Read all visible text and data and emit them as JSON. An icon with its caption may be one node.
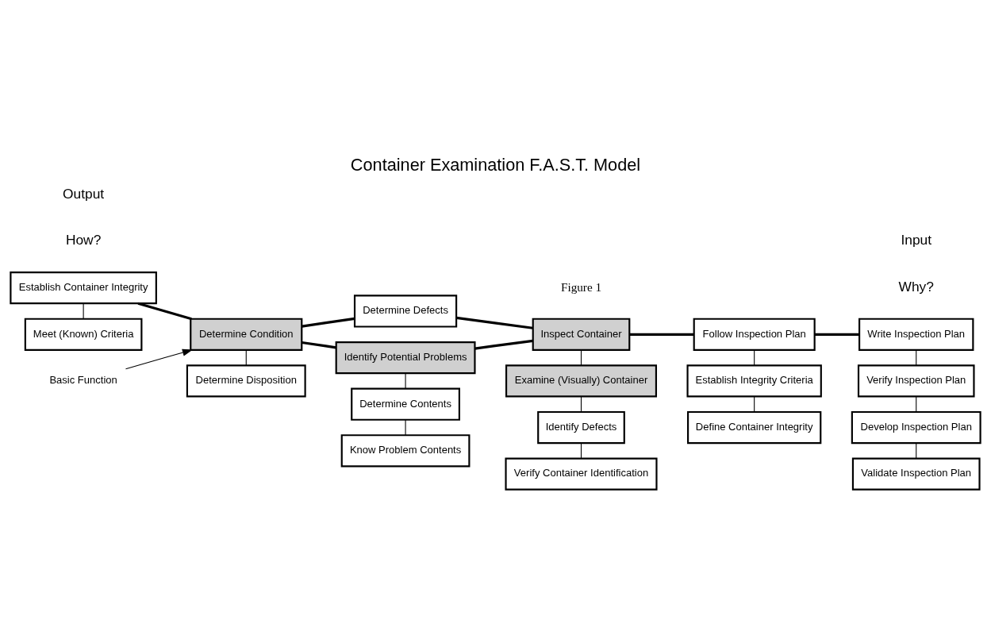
{
  "diagram": {
    "title": "Container Examination F.A.S.T. Model",
    "caption": "Figure 1",
    "nodes": [
      {
        "text": [
          "Establish Container Integrity"
        ]
      },
      {
        "text": [
          "Meet (Known) Criteria"
        ]
      },
      {
        "text": [
          "Basic Function"
        ]
      },
      {
        "text": [
          "Determine Condition"
        ]
      },
      {
        "text": [
          "Determine Disposition"
        ]
      },
      {
        "text": [
          "Determine Defects"
        ]
      },
      {
        "text": [
          "Identify Potential Problems"
        ]
      },
      {
        "text": [
          "Determine Contents"
        ]
      },
      {
        "text": [
          "Know Problem Contents"
        ]
      },
      {
        "text": [
          "Inspect Container"
        ]
      },
      {
        "text": [
          "Examine (Visually) Container"
        ]
      },
      {
        "text": [
          "Identify Defects"
        ]
      },
      {
        "text": [
          "Verify Container Identification"
        ]
      },
      {
        "text": [
          "Follow Inspection Plan"
        ]
      },
      {
        "text": [
          "Establish Integrity Criteria"
        ]
      },
      {
        "text": [
          "Define Container Integrity"
        ]
      },
      {
        "text": [
          "Write Inspection Plan"
        ]
      },
      {
        "text": [
          "Verify Inspection Plan"
        ]
      },
      {
        "text": [
          "Develop Inspection Plan"
        ]
      },
      {
        "text": [
          "Validate Inspection Plan"
        ]
      }
    ],
    "edges": [
      {
        "from": 0,
        "to": 3,
        "arrow": "none",
        "style": "thick"
      },
      {
        "from": 0,
        "to": 1,
        "arrow": "none"
      },
      {
        "from": 2,
        "to": 3,
        "arrow": "to"
      },
      {
        "from": 3,
        "to": 4,
        "arrow": "none"
      },
      {
        "from": 3,
        "to": 5,
        "arrow": "none",
        "style": "thick"
      },
      {
        "from": 3,
        "to": 6,
        "arrow": "none",
        "style": "thick"
      },
      {
        "from": 5,
        "to": 9,
        "arrow": "none",
        "style": "thick"
      },
      {
        "from": 6,
        "to": 9,
        "arrow": "none",
        "style": "thick"
      },
      {
        "from": 6,
        "to": 7,
        "arrow": "none"
      },
      {
        "from": 7,
        "to": 8,
        "arrow": "none"
      },
      {
        "from": 9,
        "to": 10,
        "arrow": "none"
      },
      {
        "from": 10,
        "to": 11,
        "arrow": "none"
      },
      {
        "from": 11,
        "to": 12,
        "arrow": "none"
      },
      {
        "from": 9,
        "to": 13,
        "arrow": "none",
        "style": "thick"
      },
      {
        "from": 13,
        "to": 14,
        "arrow": "none"
      },
      {
        "from": 14,
        "to": 15,
        "arrow": "none"
      },
      {
        "from": 13,
        "to": 16,
        "arrow": "none",
        "style": "thick"
      },
      {
        "from": 16,
        "to": 17,
        "arrow": "none"
      },
      {
        "from": 17,
        "to": 18,
        "arrow": "none"
      },
      {
        "from": 18,
        "to": 19,
        "arrow": "none"
      }
    ],
    "labels": [
      "How?",
      "Why?",
      "Output",
      "Input"
    ]
  }
}
